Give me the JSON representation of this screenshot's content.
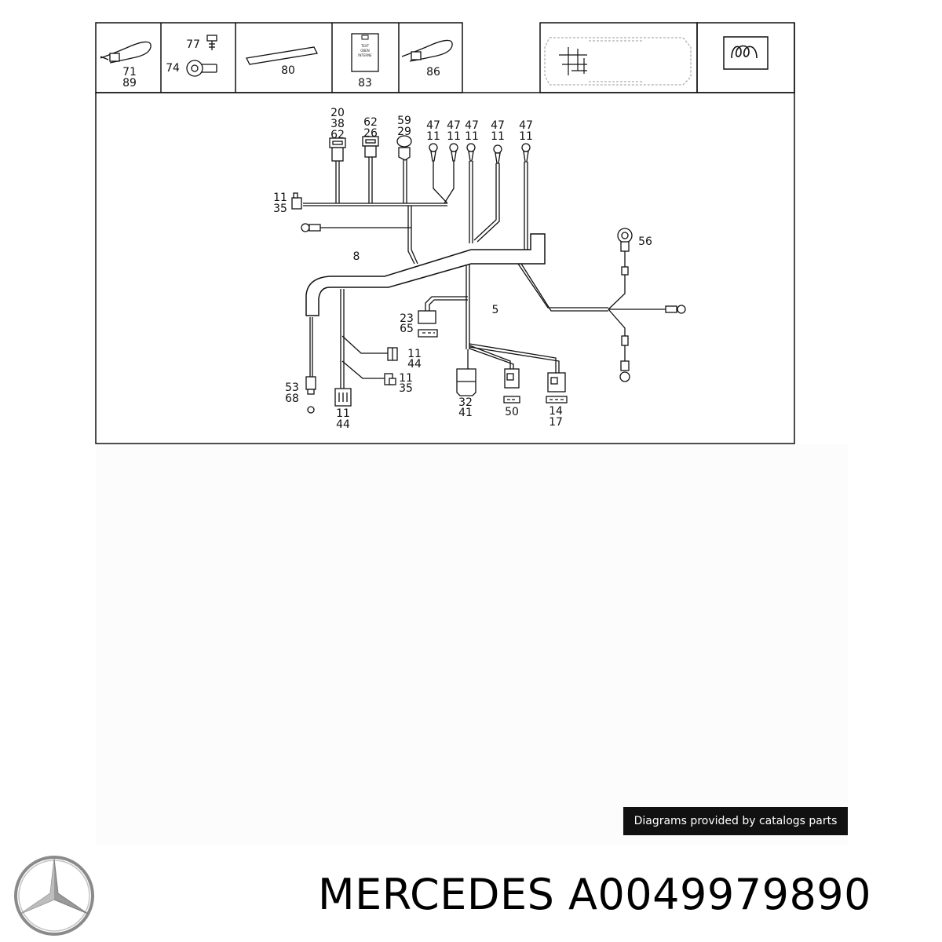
{
  "legend": {
    "cells": [
      {
        "id": "cable-tie",
        "labels": [
          "71",
          "89"
        ]
      },
      {
        "id": "clip-and-screw",
        "labels": [
          "77",
          "74"
        ]
      },
      {
        "id": "tape-strip",
        "labels": [
          "80"
        ]
      },
      {
        "id": "label-tag",
        "labels": [
          "83"
        ],
        "tag_text": [
          "TEXT",
          "OBEN",
          "INTERNE"
        ]
      },
      {
        "id": "cable-tie-2",
        "labels": [
          "86"
        ]
      }
    ]
  },
  "callouts": {
    "c_20_38_62": [
      "20",
      "38",
      "62"
    ],
    "c_62_26": [
      "62",
      "26"
    ],
    "c_59_29": [
      "59",
      "29"
    ],
    "c_47_11_a": [
      "47",
      "11"
    ],
    "c_47_11_b": [
      "47",
      "11"
    ],
    "c_47_11_c": [
      "47",
      "11"
    ],
    "c_47_11_d": [
      "47",
      "11"
    ],
    "c_47_11_e": [
      "47",
      "11"
    ],
    "c_11_35_left": [
      "11",
      "35"
    ],
    "c_56": "56",
    "c_8": "8",
    "c_5": "5",
    "c_23_65": [
      "23",
      "65"
    ],
    "c_11_44_mid": [
      "11",
      "44"
    ],
    "c_11_35_mid": [
      "11",
      "35"
    ],
    "c_53_68": [
      "53",
      "68"
    ],
    "c_11_44_bottom": [
      "11",
      "44"
    ],
    "c_32_41": [
      "32",
      "41"
    ],
    "c_50": "50",
    "c_14_17": [
      "14",
      "17"
    ]
  },
  "credit_text": "Diagrams provided by catalogs parts",
  "footer": {
    "title": "MERCEDES A0049979890"
  },
  "colors": {
    "line": "#111111",
    "credit_bg": "#111111",
    "credit_fg": "#ffffff",
    "logo_grey": "#8a8a8a"
  }
}
